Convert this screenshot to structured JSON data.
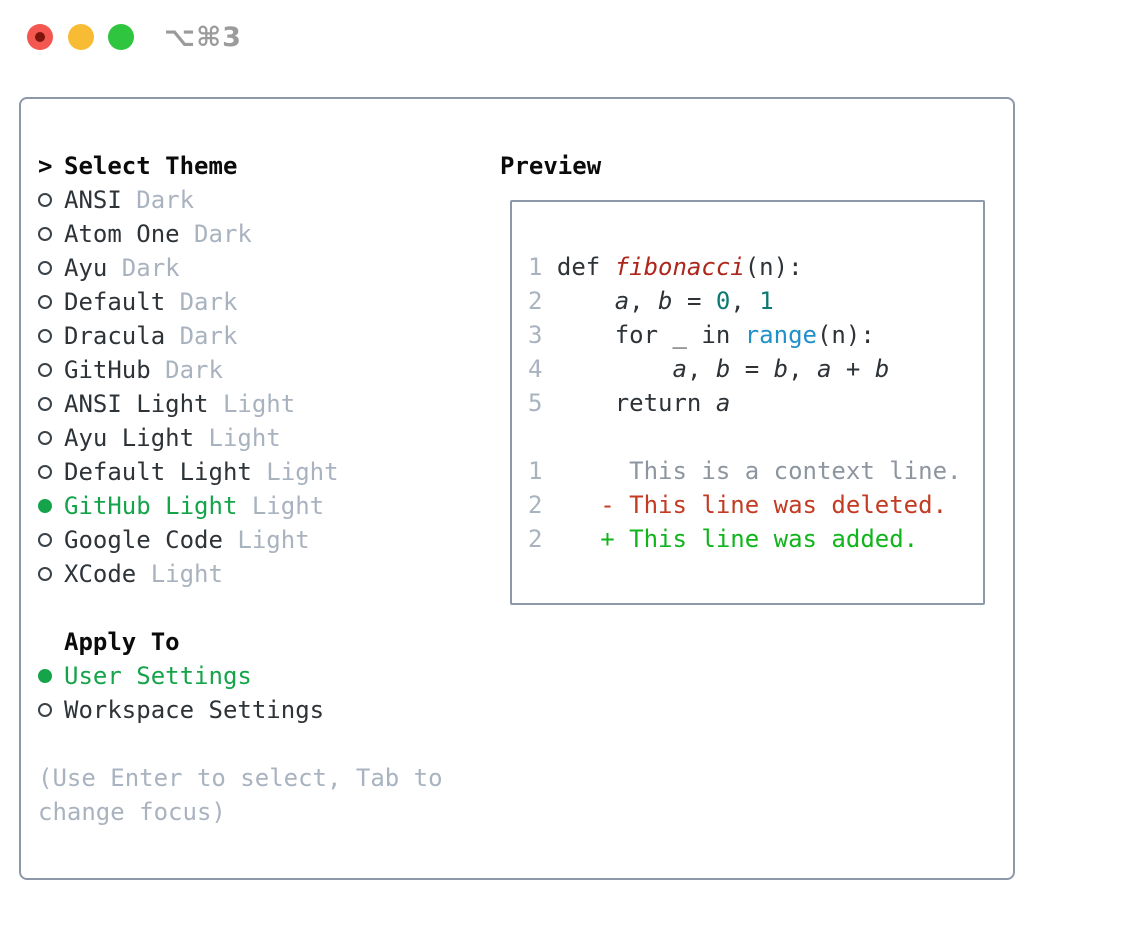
{
  "window": {
    "shortcut": "⌥⌘3"
  },
  "theme_panel": {
    "header_prefix": ">",
    "header_label": "Select Theme",
    "themes": [
      {
        "name": "ANSI",
        "variant": "Dark",
        "selected": false
      },
      {
        "name": "Atom One",
        "variant": "Dark",
        "selected": false
      },
      {
        "name": "Ayu",
        "variant": "Dark",
        "selected": false
      },
      {
        "name": "Default",
        "variant": "Dark",
        "selected": false
      },
      {
        "name": "Dracula",
        "variant": "Dark",
        "selected": false
      },
      {
        "name": "GitHub",
        "variant": "Dark",
        "selected": false
      },
      {
        "name": "ANSI Light",
        "variant": "Light",
        "selected": false
      },
      {
        "name": "Ayu Light",
        "variant": "Light",
        "selected": false
      },
      {
        "name": "Default Light",
        "variant": "Light",
        "selected": false
      },
      {
        "name": "GitHub Light",
        "variant": "Light",
        "selected": true
      },
      {
        "name": "Google Code",
        "variant": "Light",
        "selected": false
      },
      {
        "name": "XCode",
        "variant": "Light",
        "selected": false
      }
    ],
    "apply_header": "Apply To",
    "apply_options": [
      {
        "name": "User Settings",
        "selected": true
      },
      {
        "name": "Workspace Settings",
        "selected": false
      }
    ],
    "hint_line1": "(Use Enter to select, Tab to",
    "hint_line2": "change focus)"
  },
  "preview": {
    "title": "Preview",
    "lines": [
      {
        "num": "1",
        "tokens": [
          [
            "def ",
            "k"
          ],
          [
            "fibonacci",
            "fn"
          ],
          [
            "(n):",
            "k"
          ]
        ]
      },
      {
        "num": "2",
        "tokens": [
          [
            "    ",
            "k"
          ],
          [
            "a",
            "v"
          ],
          [
            ", ",
            "k"
          ],
          [
            "b",
            "v"
          ],
          [
            " = ",
            "k"
          ],
          [
            "0",
            "n"
          ],
          [
            ", ",
            "k"
          ],
          [
            "1",
            "n"
          ]
        ]
      },
      {
        "num": "3",
        "tokens": [
          [
            "    for _ in ",
            "k"
          ],
          [
            "range",
            "b"
          ],
          [
            "(n):",
            "k"
          ]
        ]
      },
      {
        "num": "4",
        "tokens": [
          [
            "        ",
            "k"
          ],
          [
            "a",
            "v"
          ],
          [
            ", ",
            "k"
          ],
          [
            "b",
            "v"
          ],
          [
            " = ",
            "k"
          ],
          [
            "b",
            "v"
          ],
          [
            ", ",
            "k"
          ],
          [
            "a",
            "v"
          ],
          [
            " + ",
            "k"
          ],
          [
            "b",
            "v"
          ]
        ]
      },
      {
        "num": "5",
        "tokens": [
          [
            "    return ",
            "k"
          ],
          [
            "a",
            "v"
          ]
        ]
      },
      {
        "num": "",
        "tokens": []
      },
      {
        "num": "1",
        "tokens": [
          [
            "     This is a context line.",
            "ctx"
          ]
        ]
      },
      {
        "num": "2",
        "tokens": [
          [
            "   - This line was deleted.",
            "del"
          ]
        ]
      },
      {
        "num": "2",
        "tokens": [
          [
            "   + This line was added.",
            "add"
          ]
        ]
      }
    ]
  },
  "colors": {
    "ui-green": "#16a44b",
    "diff-added": "#10b51c",
    "diff-deleted": "#c23b22",
    "diff-context": "#8d96a0",
    "code-func": "#ad261b",
    "code-number": "#0d7a72",
    "code-builtin": "#2090c9",
    "text-dark": "#2e3338",
    "muted": "#a9b3c0",
    "border": "#8d98a8",
    "shortcut": "#9b9b9b",
    "tl-red": "#f35750",
    "tl-red-dot": "#7d150c",
    "tl-yellow": "#f8bc34",
    "tl-green": "#30c53e"
  }
}
